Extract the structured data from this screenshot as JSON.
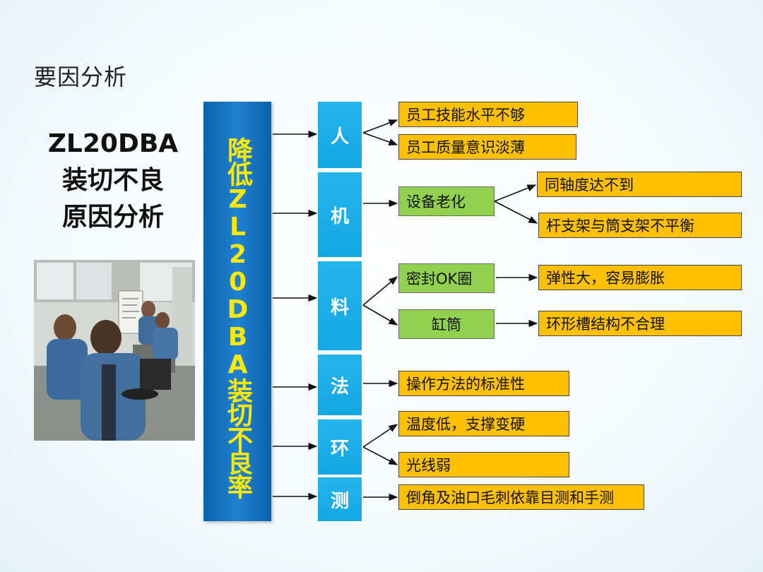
{
  "page_title": "要因分析",
  "main_title_lines": [
    "ZL20DBA",
    "装切不良",
    "原因分析"
  ],
  "central_banner": "降低ZL20DBA装切不良率",
  "categories": {
    "person": {
      "label": "人",
      "causes": [
        "员工技能水平不够",
        "员工质量意识淡薄"
      ]
    },
    "machine": {
      "label": "机",
      "sub": "设备老化",
      "causes": [
        "同轴度达不到",
        "杆支架与筒支架不平衡"
      ]
    },
    "material": {
      "label": "料",
      "subs": [
        {
          "label": "密封OK圈",
          "cause": "弹性大，容易膨胀"
        },
        {
          "label": "缸筒",
          "cause": "环形槽结构不合理"
        }
      ]
    },
    "method": {
      "label": "法",
      "causes": [
        "操作方法的标准性"
      ]
    },
    "environment": {
      "label": "环",
      "causes": [
        "温度低，支撑变硬",
        "光线弱"
      ]
    },
    "measurement": {
      "label": "测",
      "causes": [
        "倒角及油口毛刺依靠目测和手测"
      ]
    }
  },
  "colors": {
    "banner": "#1474c4",
    "banner_text": "#ffe800",
    "category_box": "#1eb0ea",
    "sub_box": "#92d050",
    "cause_box": "#ffc000"
  }
}
